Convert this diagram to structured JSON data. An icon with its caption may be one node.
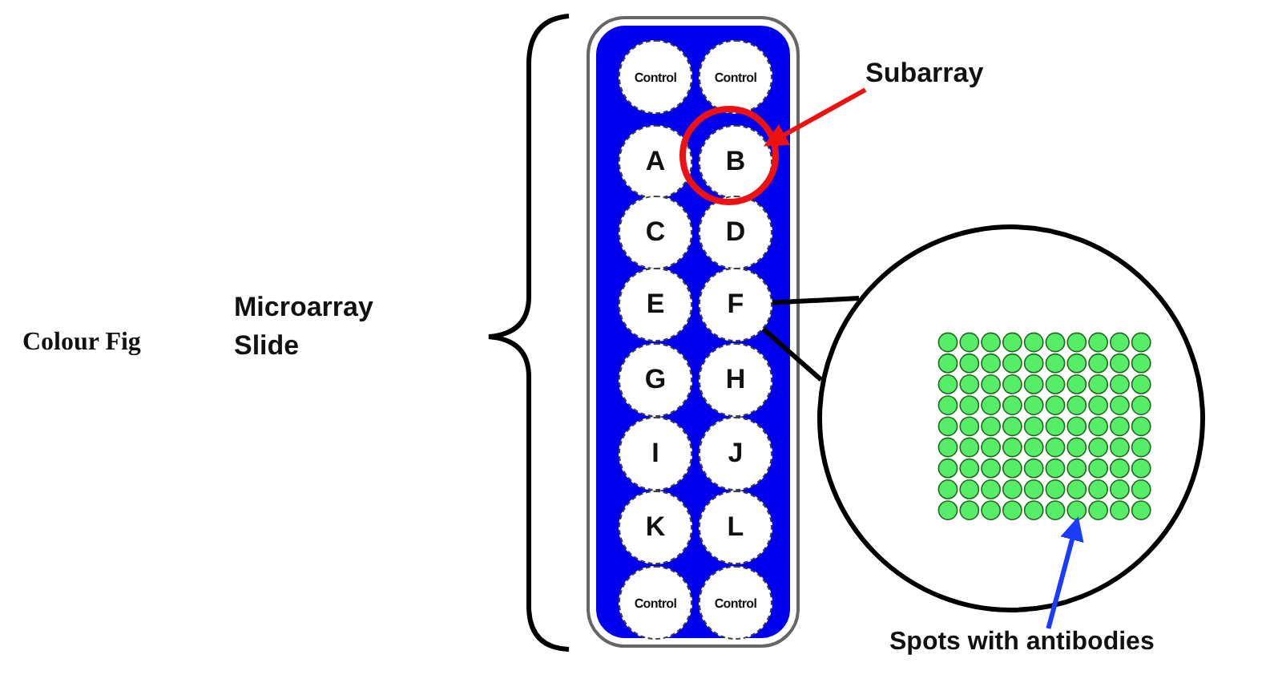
{
  "diagram": {
    "nodes": [
      {
        "text": [],
        "shape": "box"
      },
      {
        "text": [
          "Control"
        ],
        "in": 0
      },
      {
        "text": [
          "Control"
        ],
        "in": 0
      },
      {
        "text": [
          "A"
        ],
        "in": 0
      },
      {
        "text": [
          "B"
        ],
        "in": 0
      },
      {
        "text": [
          "C"
        ],
        "in": 0
      },
      {
        "text": [
          "D"
        ],
        "in": 0
      },
      {
        "text": [
          "E"
        ],
        "in": 0
      },
      {
        "text": [
          "F"
        ],
        "in": 0
      },
      {
        "text": [
          "G"
        ],
        "in": 0
      },
      {
        "text": [
          "H"
        ],
        "in": 0
      },
      {
        "text": [
          "I"
        ],
        "in": 0
      },
      {
        "text": [
          "J"
        ],
        "in": 0
      },
      {
        "text": [
          "K"
        ],
        "in": 0
      },
      {
        "text": [
          "L"
        ],
        "in": 0
      },
      {
        "text": [
          "Control"
        ],
        "in": 0
      },
      {
        "text": [
          "Control"
        ],
        "in": 0
      },
      {
        "text": [
          "Subarray"
        ]
      },
      {
        "text": [],
        "shape": "circle"
      },
      {
        "text": [],
        "shape": "grid",
        "in": 18
      },
      {
        "text": [
          "Spots with antibodies"
        ]
      }
    ],
    "edges": [
      {
        "from": 17,
        "to": 4,
        "arrow": "to",
        "color": "#ee1111"
      },
      {
        "from": 8,
        "to": 18,
        "arrow": "none",
        "color": "#000000"
      },
      {
        "from": 20,
        "to": 19,
        "arrow": "to",
        "color": "#1a3cff"
      }
    ],
    "labels": [
      "Colour Fig",
      "Microarray Slide"
    ]
  }
}
